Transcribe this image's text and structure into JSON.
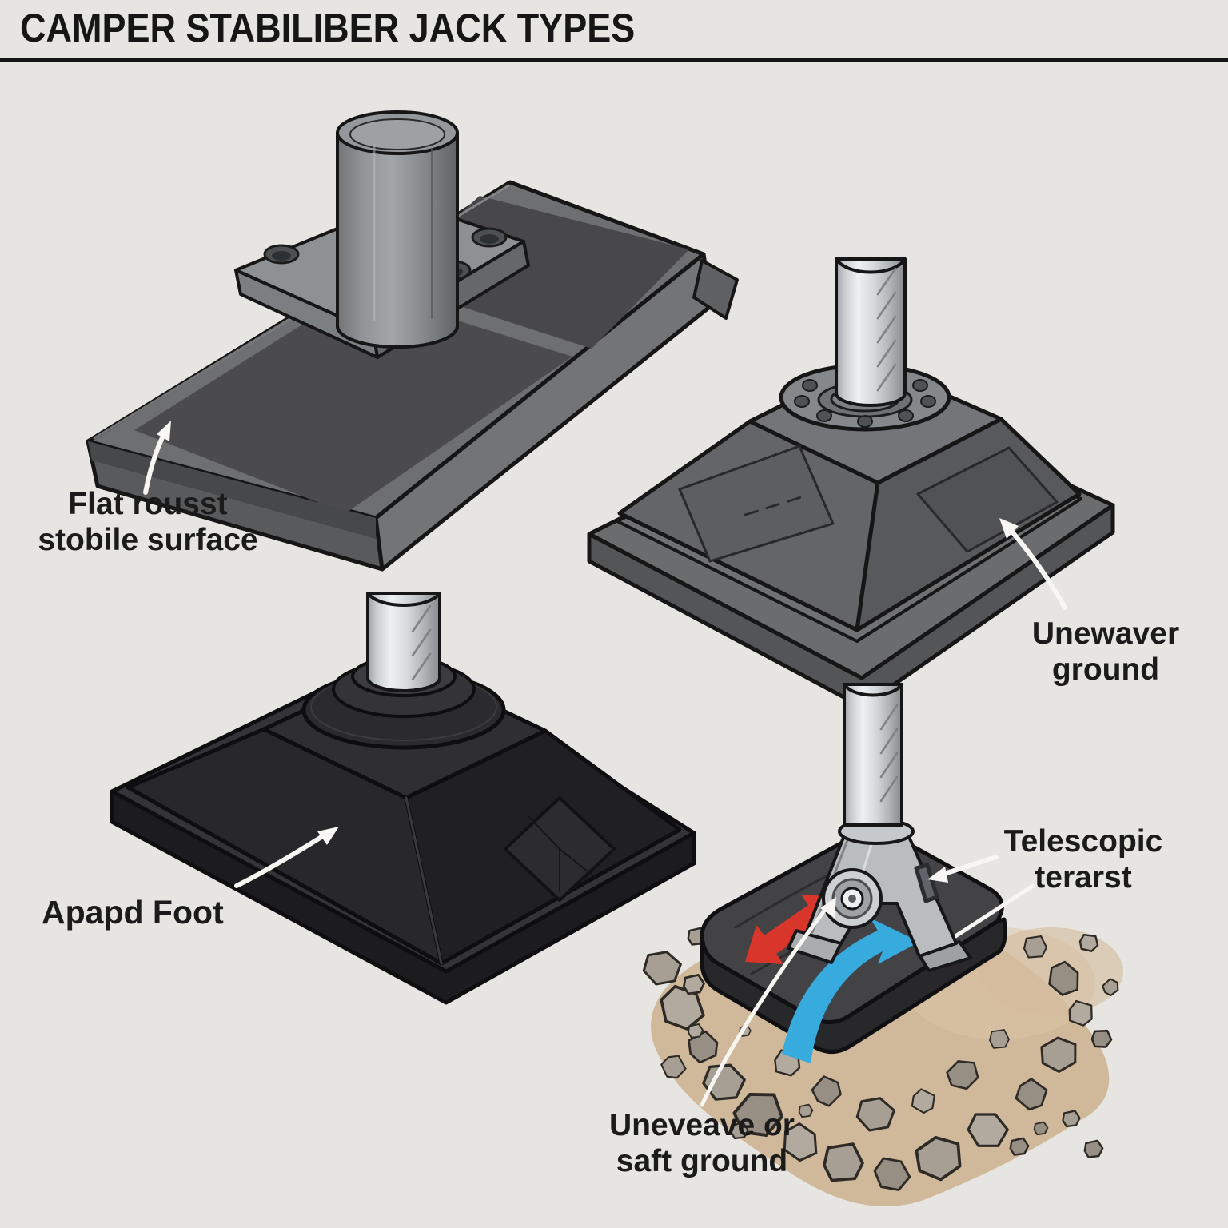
{
  "title": "CAMPER STABILIBER JACK TYPES",
  "panels": {
    "flat_pad": {
      "label": "Flat rousst\nstobile surface"
    },
    "uneven": {
      "label": "Unewaver\nground"
    },
    "pad_foot": {
      "label": "Apapd Foot"
    },
    "telescopic": {
      "label": "Telescopic\nterarst"
    },
    "soft_ground": {
      "label": "Uneveave or\nsaft ground"
    }
  },
  "colors": {
    "background": "#e6e5e1",
    "title_text": "#161616",
    "label_text": "#1b1b1b",
    "red_arrow": "#d8352b",
    "blue_arrow": "#37abde",
    "leader_line": "#f7f6f2",
    "dirt": "#cdb293",
    "stone": "#a79e94",
    "pad_gray": "#6e6f71",
    "pad_dark": "#2e2e31",
    "metal_pole": "#d6d9db"
  }
}
